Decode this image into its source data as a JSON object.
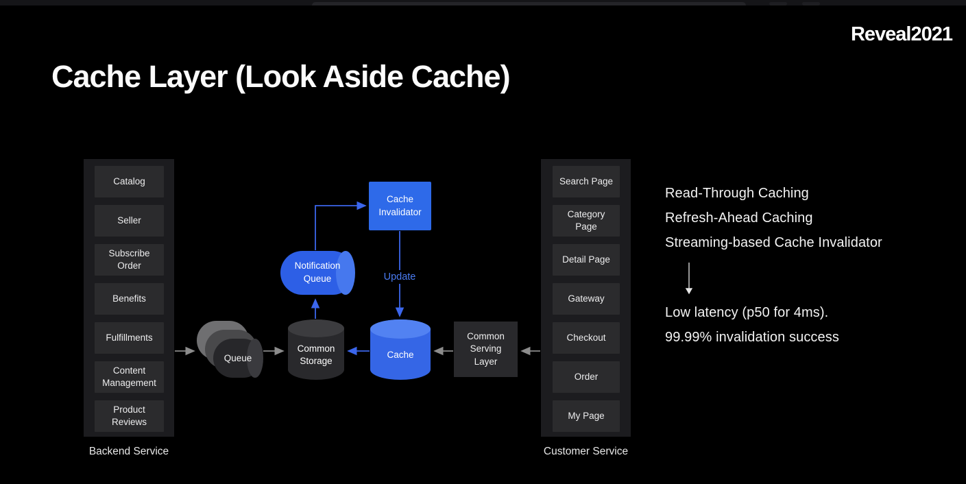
{
  "logo": "Reveal2021",
  "title": "Cache Layer (Look Aside Cache)",
  "backend_service": {
    "label": "Backend Service",
    "items": [
      "Catalog",
      "Seller",
      "Subscribe\nOrder",
      "Benefits",
      "Fulfillments",
      "Content\nManagement",
      "Product\nReviews"
    ]
  },
  "customer_service": {
    "label": "Customer Service",
    "items": [
      "Search Page",
      "Category\nPage",
      "Detail Page",
      "Gateway",
      "Checkout",
      "Order",
      "My Page"
    ]
  },
  "diagram": {
    "queue": "Queue",
    "common_storage": "Common\nStorage",
    "cache": "Cache",
    "common_serving_layer": "Common\nServing\nLayer",
    "notification_queue": "Notification\nQueue",
    "cache_invalidator": "Cache\nInvalidator",
    "update_label": "Update"
  },
  "notes": {
    "lines": [
      "Read-Through Caching",
      "Refresh-Ahead Caching",
      "Streaming-based Cache Invalidator"
    ],
    "results": [
      "Low latency (p50 for 4ms).",
      "99.99% invalidation success"
    ]
  },
  "colors": {
    "background": "#000000",
    "panel": "#1c1c1f",
    "box": "#2b2b2d",
    "accent_blue": "#2e6ae9",
    "arrow_blue": "#3b66ec",
    "arrow_gray": "#8c8c8c",
    "update_text": "#4a7cf2"
  }
}
